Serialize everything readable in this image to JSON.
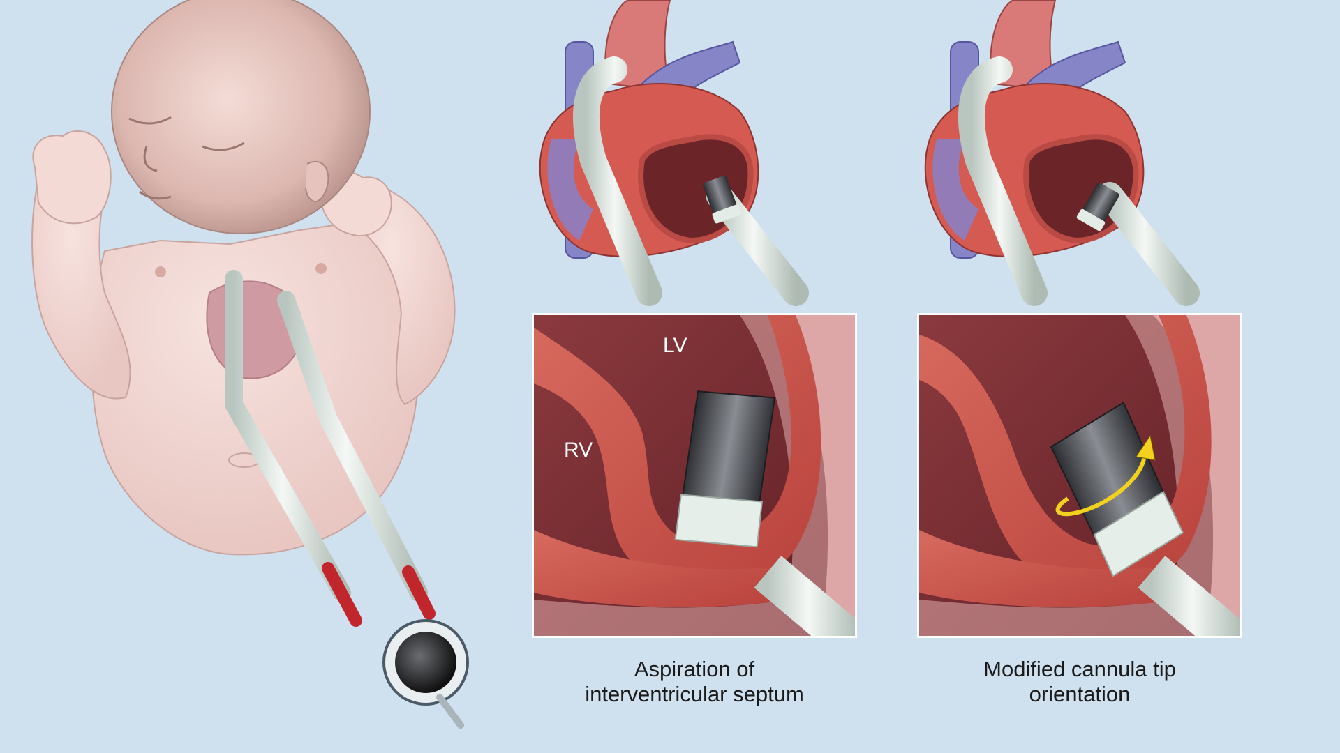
{
  "labels": {
    "lv": "LV",
    "rv": "RV"
  },
  "captions": {
    "left": {
      "line1": "Aspiration of",
      "line2": "interventricular septum"
    },
    "right": {
      "line1": "Modified cannula tip",
      "line2": "orientation"
    }
  },
  "colors": {
    "background": "#cfe0ef",
    "skin": "#f2d8d4",
    "myocardium": "#c8504a",
    "ventricle_cavity": "#7a2a30",
    "cannula": "#dfe8e2",
    "cannula_tip": "#3b3d42",
    "vein_blue": "#7f7fc4",
    "arrow_yellow": "#f2d21e",
    "inset_border": "#ffffff"
  },
  "icons": {
    "rotation_arrow": "curved-arrow-icon",
    "pump": "pump-icon"
  }
}
